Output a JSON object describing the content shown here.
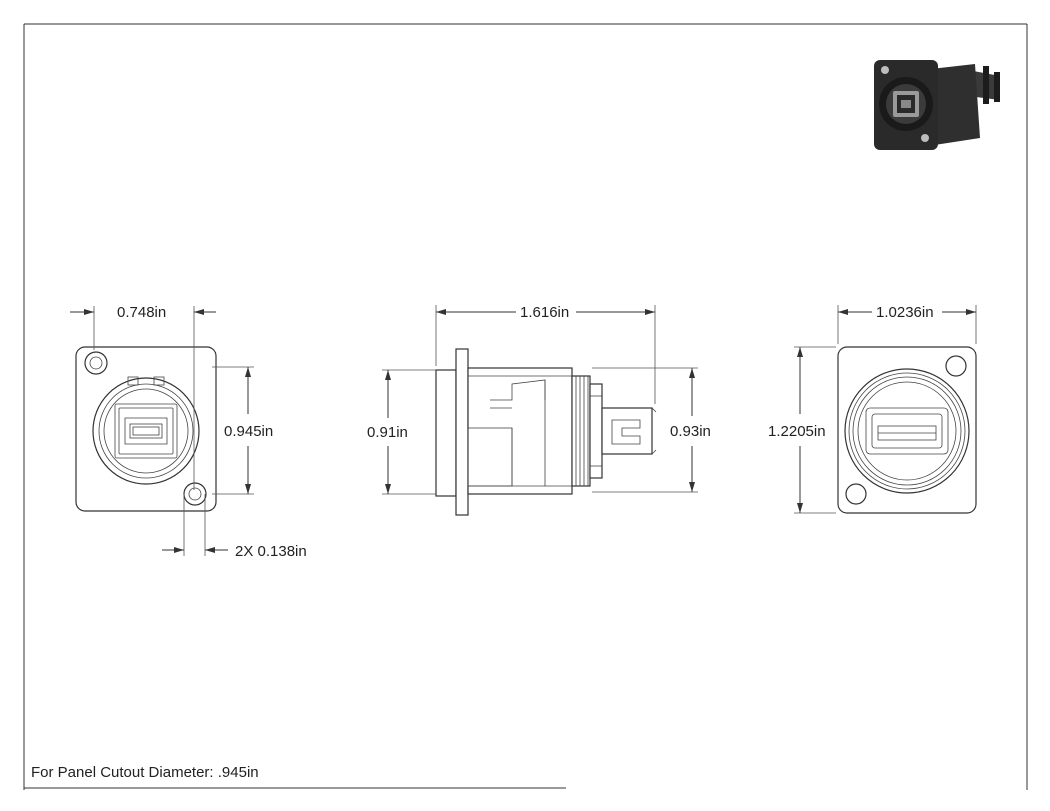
{
  "dimensions": {
    "front_width": "0.748in",
    "front_height": "0.945in",
    "hole_diameter": "2X 0.138in",
    "side_length": "1.616in",
    "side_left_height": "0.91in",
    "side_right_height": "0.93in",
    "rear_width": "1.0236in",
    "rear_height": "1.2205in"
  },
  "note": "For Panel Cutout Diameter: .945in",
  "colors": {
    "line": "#333333",
    "text": "#222222",
    "iso_body": "#2a2a2a"
  }
}
